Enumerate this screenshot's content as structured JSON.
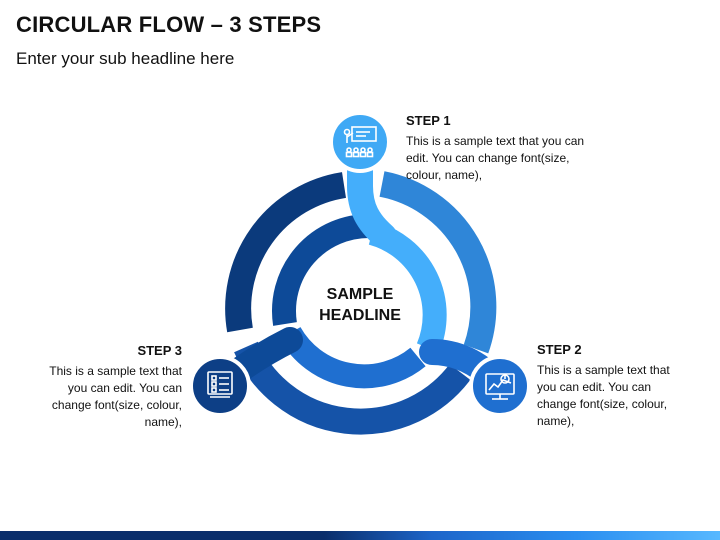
{
  "title": "CIRCULAR FLOW – 3 STEPS",
  "subtitle": "Enter your sub headline here",
  "center": {
    "line1": "SAMPLE",
    "line2": "HEADLINE"
  },
  "steps": [
    {
      "title": "STEP 1",
      "text": "This is a sample text that you can edit. You can change font(size, colour, name),",
      "icon": "presentation-icon",
      "color": "#3fa9f5"
    },
    {
      "title": "STEP 2",
      "text": "This is a sample text that you can edit. You can change font(size, colour, name),",
      "icon": "analytics-icon",
      "color": "#1f6fd0"
    },
    {
      "title": "STEP 3",
      "text": "This is a sample text that you can edit. You can change font(size, colour, name),",
      "icon": "checklist-icon",
      "color": "#0d3f86"
    }
  ],
  "colors": {
    "dark": "#0d3f86",
    "mid": "#1f6fd0",
    "light": "#3fa9f5"
  }
}
